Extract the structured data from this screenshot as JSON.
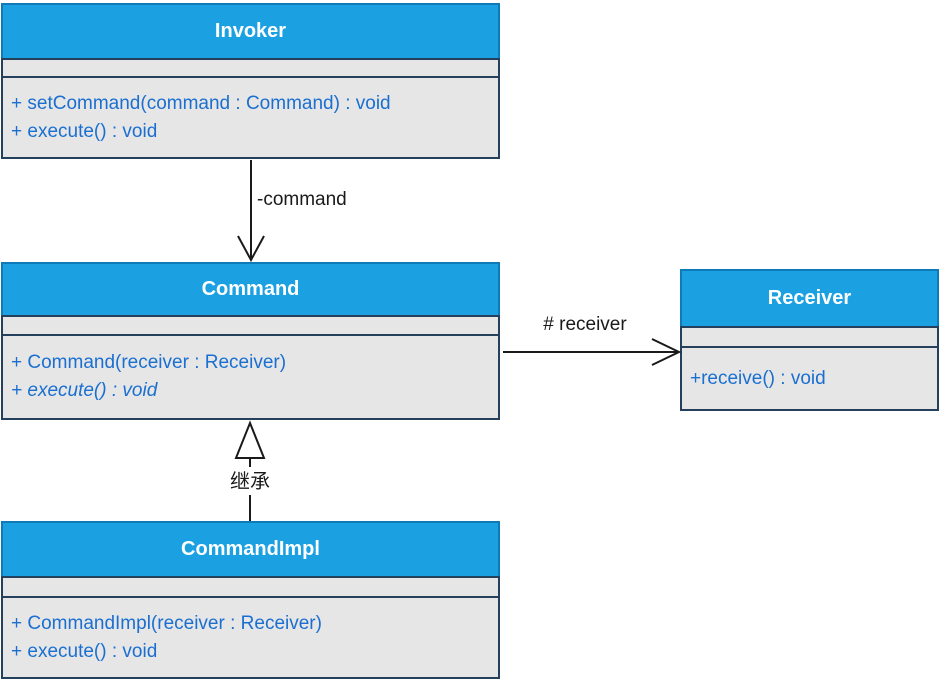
{
  "diagram_type": "uml-class-diagram",
  "colors": {
    "header_fill": "#1ba1e2",
    "header_border": "#0e7ab8",
    "box_border": "#24405c",
    "section_fill": "#e6e6e6",
    "method_text": "#1a6fd0",
    "title_text": "#ffffff",
    "connector": "#1a1a1a",
    "canvas_bg": "#ffffff"
  },
  "classes": [
    {
      "name": "Invoker",
      "attributes": [],
      "methods": [
        "+ setCommand(command : Command) : void",
        "+ execute() : void"
      ]
    },
    {
      "name": "Command",
      "attributes": [],
      "methods": [
        "+ Command(receiver : Receiver)",
        "+ execute() : void"
      ]
    },
    {
      "name": "Receiver",
      "attributes": [],
      "methods": [
        "+receive() : void"
      ]
    },
    {
      "name": "CommandImpl",
      "attributes": [],
      "methods": [
        "+ CommandImpl(receiver : Receiver)",
        "+ execute() : void"
      ]
    }
  ],
  "relationships": [
    {
      "from": "Invoker",
      "to": "Command",
      "type": "directed-association",
      "label": "-command"
    },
    {
      "from": "Command",
      "to": "Receiver",
      "type": "directed-association",
      "label": "# receiver"
    },
    {
      "from": "CommandImpl",
      "to": "Command",
      "type": "generalization",
      "label": "继承"
    }
  ]
}
